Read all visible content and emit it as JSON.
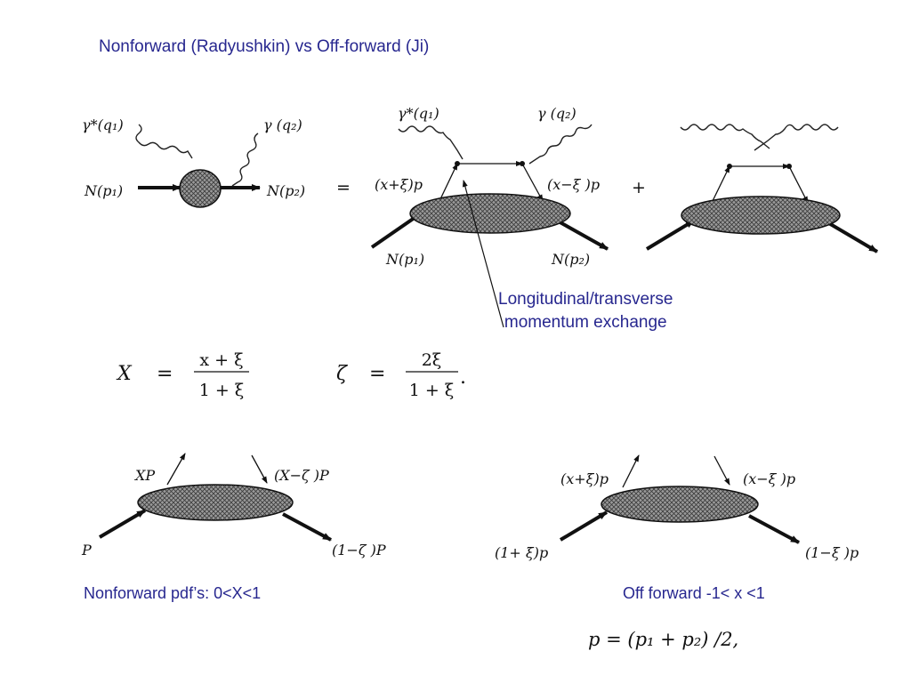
{
  "title": "Nonforward (Radyushkin) vs Off-forward (Ji)",
  "annotation": {
    "line1": "Longitudinal/transverse",
    "line2": "momentum exchange"
  },
  "captions": {
    "left": "Nonforward pdf’s:  0<X<1",
    "right": "Off forward   -1< x <1"
  },
  "diagram_top": {
    "left": {
      "photon_in": "γ*(q₁)",
      "photon_out": "γ (q₂)",
      "nucleon_in": "N(p₁)",
      "nucleon_out": "N(p₂)"
    },
    "equals": "=",
    "plus": "+",
    "middle": {
      "photon_in": "γ*(q₁)",
      "photon_out": "γ (q₂)",
      "quark_in": "(x+ξ)p",
      "quark_out": "(x−ξ )p",
      "nucleon_in": "N(p₁)",
      "nucleon_out": "N(p₂)"
    }
  },
  "equations": {
    "X": {
      "lhs": "X",
      "eq": "=",
      "num": "x + ξ",
      "den": "1 + ξ"
    },
    "zeta": {
      "lhs": "ζ",
      "eq": "=",
      "num": "2ξ",
      "den": "1 + ξ",
      "tail": "."
    },
    "p": "p = (p₁ + p₂) /2,"
  },
  "diagram_bottom_left": {
    "out_left": "XP",
    "out_right": "(X−ζ )P",
    "in": "P",
    "out": "(1−ζ )P"
  },
  "diagram_bottom_right": {
    "out_left": "(x+ξ)p",
    "out_right": "(x−ξ )p",
    "in": "(1+ ξ)p",
    "out": "(1−ξ )p"
  }
}
